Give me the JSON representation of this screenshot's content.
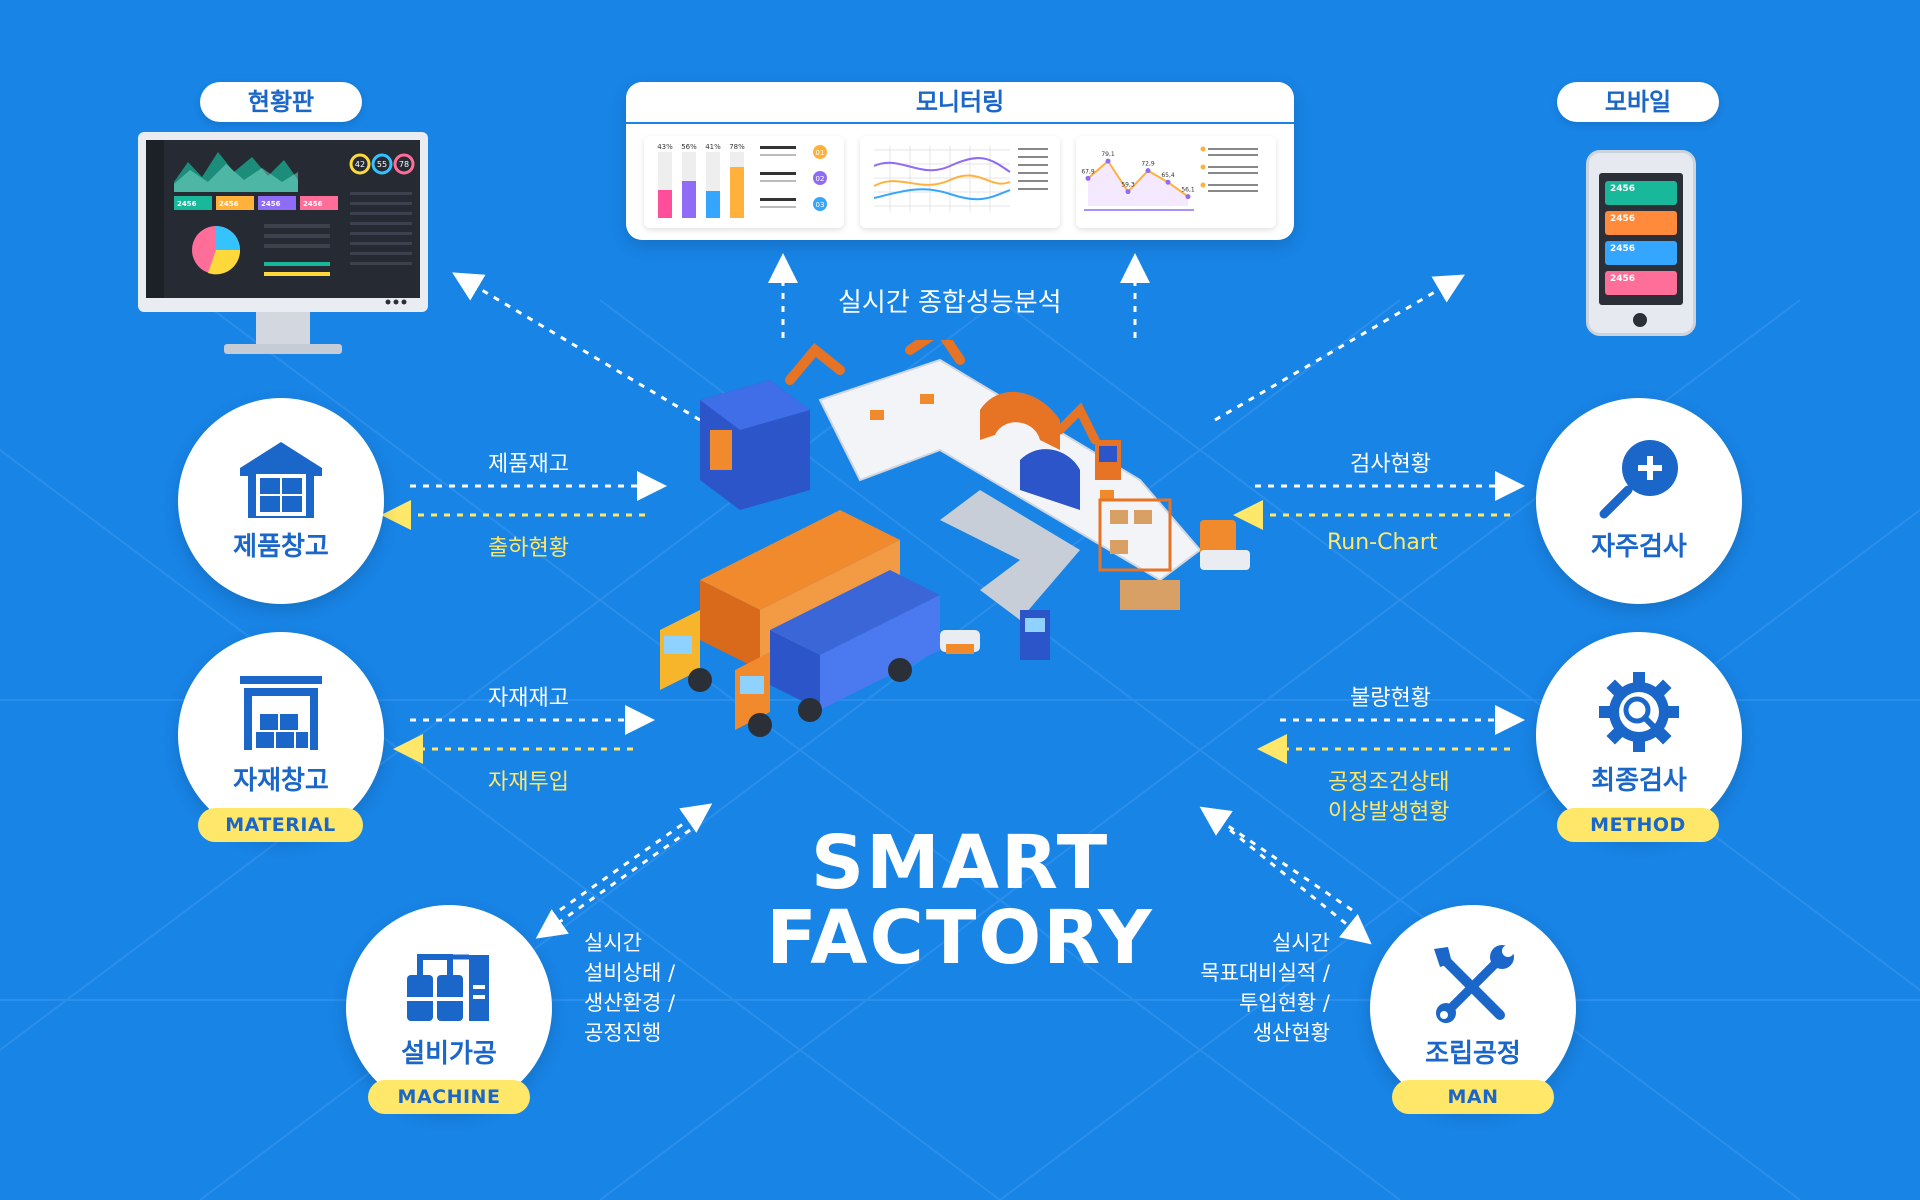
{
  "top": {
    "dashboard_label": "현황판",
    "monitoring_label": "모니터링",
    "mobile_label": "모바일",
    "analysis_caption": "실시간 종합성능분석"
  },
  "monitoring_charts": {
    "bar_percents": [
      "43%",
      "56%",
      "41%",
      "78%"
    ],
    "line_values": [
      "67,9",
      "79,1",
      "59,3",
      "72,9",
      "65,4",
      "56,1"
    ],
    "badges": [
      "01",
      "02",
      "03"
    ]
  },
  "dashboard_badges": [
    "42",
    "55",
    "78"
  ],
  "dashboard_values": [
    "2456",
    "2456",
    "2456",
    "2456"
  ],
  "mobile_values": [
    "2456",
    "2456",
    "2456",
    "2456"
  ],
  "nodes": {
    "product_warehouse": "제품창고",
    "material_warehouse": "자재창고",
    "equipment": "설비가공",
    "self_inspection": "자주검사",
    "final_inspection": "최종검사",
    "assembly": "조립공정"
  },
  "tags": {
    "material": "MATERIAL",
    "machine": "MACHINE",
    "method": "METHOD",
    "man": "MAN"
  },
  "flows": {
    "product_stock": "제품재고",
    "shipping_status": "출하현황",
    "material_stock": "자재재고",
    "material_input": "자재투입",
    "inspection_status": "검사현황",
    "run_chart": "Run-Chart",
    "defect_status": "불량현황",
    "process_condition": "공정조건상태",
    "anomaly_status": "이상발생현황"
  },
  "machine_text": [
    "실시간",
    "설비상태 /",
    "생산환경 /",
    "공정진행"
  ],
  "man_text": [
    "실시간",
    "목표대비실적 /",
    "투입현황 /",
    "생산현황"
  ],
  "title": {
    "line1": "SMART",
    "line2": "FACTORY"
  },
  "colors": {
    "background": "#1884e6",
    "accent_blue": "#1b66c9",
    "highlight_yellow": "#ffe76a",
    "white": "#ffffff"
  },
  "icons": [
    "warehouse-icon",
    "material-storage-icon",
    "factory-machine-icon",
    "search-plus-icon",
    "gear-search-icon",
    "wrench-screwdriver-icon"
  ]
}
